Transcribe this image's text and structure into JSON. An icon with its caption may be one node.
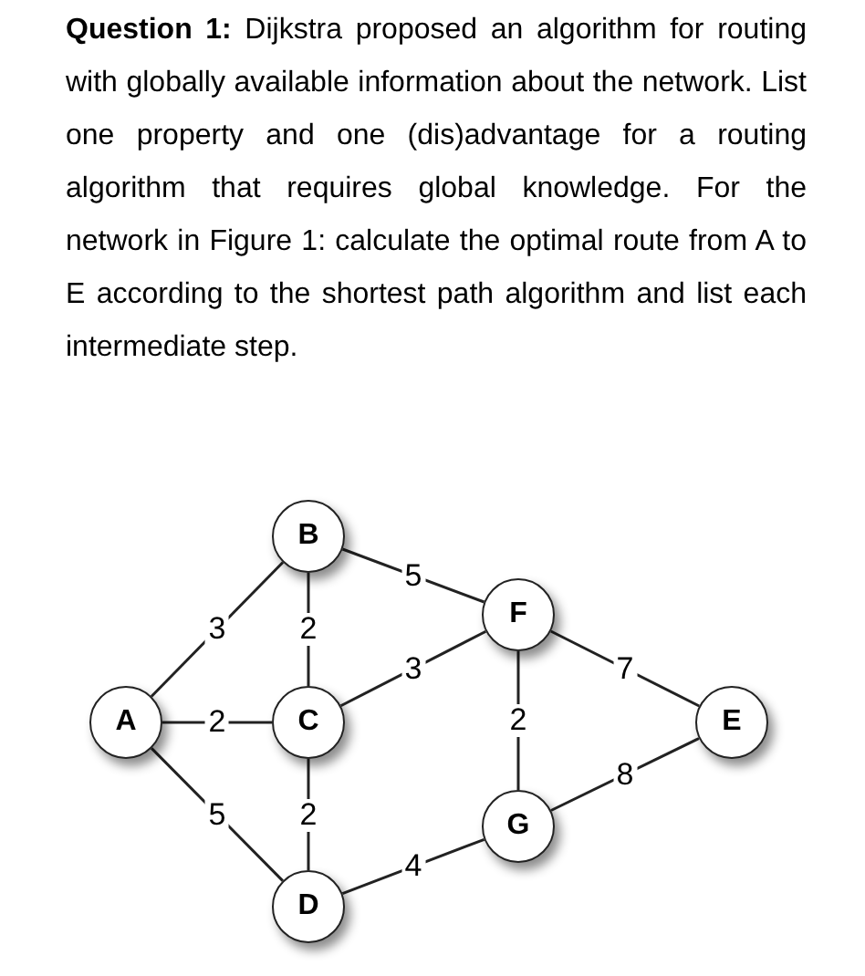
{
  "diagram": {
    "nodes": [
      {
        "text": [
          "B"
        ]
      },
      {
        "text": [
          "F"
        ]
      },
      {
        "text": [
          "A"
        ]
      },
      {
        "text": [
          "C"
        ]
      },
      {
        "text": [
          "E"
        ]
      },
      {
        "text": [
          "G"
        ]
      },
      {
        "text": [
          "D"
        ]
      }
    ],
    "edges": [
      {
        "from": 2,
        "to": 0,
        "arrow": "none",
        "label": "3"
      },
      {
        "from": 2,
        "to": 3,
        "arrow": "none",
        "label": "2"
      },
      {
        "from": 2,
        "to": 6,
        "arrow": "none",
        "label": "5"
      },
      {
        "from": 0,
        "to": 3,
        "arrow": "none",
        "label": "2"
      },
      {
        "from": 0,
        "to": 1,
        "arrow": "none",
        "label": "5"
      },
      {
        "from": 3,
        "to": 1,
        "arrow": "none",
        "label": "3"
      },
      {
        "from": 3,
        "to": 6,
        "arrow": "none",
        "label": "2"
      },
      {
        "from": 6,
        "to": 5,
        "arrow": "none",
        "label": "4"
      },
      {
        "from": 1,
        "to": 5,
        "arrow": "none",
        "label": "2"
      },
      {
        "from": 1,
        "to": 4,
        "arrow": "none",
        "label": "7"
      },
      {
        "from": 5,
        "to": 4,
        "arrow": "none",
        "label": "8"
      }
    ],
    "labels": [
      "**Question 1:** Dijkstra proposed an algorithm for routing with globally available information about the network. List one property and one (dis)advantage for a routing algorithm that requires global knowledge. For the network in Figure 1: calculate the optimal route from A to E according to the shortest path algorithm and list each intermediate step."
    ]
  }
}
